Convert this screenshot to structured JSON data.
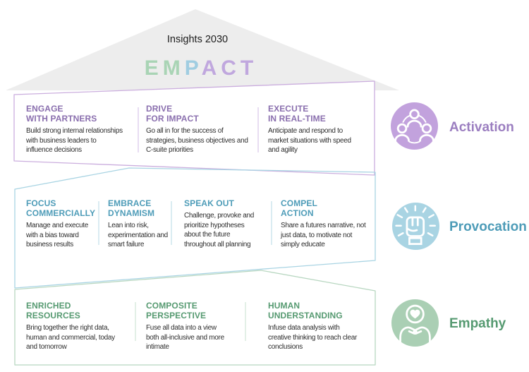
{
  "roof": {
    "title": "Insights 2030",
    "fill_color": "#ededed",
    "brand": {
      "letters": [
        {
          "ch": "E",
          "color": "#a9d4b5"
        },
        {
          "ch": "M",
          "color": "#a9d4b5"
        },
        {
          "ch": "P",
          "color": "#a0cde1"
        },
        {
          "ch": "A",
          "color": "#c0a7de"
        },
        {
          "ch": "C",
          "color": "#c0a7de"
        },
        {
          "ch": "T",
          "color": "#c0a7de"
        }
      ]
    }
  },
  "rows": [
    {
      "label": "Activation",
      "icon": "people-network-icon",
      "accent": "#8a6fae",
      "label_color": "#9b7ec0",
      "border_color": "#cbaede",
      "divider_color": "#d9c6ea",
      "circle_color": "#c2a2dd",
      "columns": [
        {
          "heading": "ENGAGE\nWITH PARTNERS",
          "body": "Build strong internal relationships\nwith business leaders to\ninfluence decisions"
        },
        {
          "heading": "DRIVE\nFOR IMPACT",
          "body": "Go all in for the success of\nstrategies, business objectives and\nC-suite priorities"
        },
        {
          "heading": "EXECUTE\nIN REAL-TIME",
          "body": "Anticipate and respond to\nmarket situations with speed\nand agility"
        }
      ]
    },
    {
      "label": "Provocation",
      "icon": "raised-fist-icon",
      "accent": "#4e9cb8",
      "label_color": "#4e9cb8",
      "border_color": "#a9d4e3",
      "divider_color": "#c2e0ea",
      "circle_color": "#a9d4e3",
      "columns": [
        {
          "heading": "FOCUS\nCOMMERCIALLY",
          "body": "Manage and execute\nwith a bias toward\nbusiness results"
        },
        {
          "heading": "EMBRACE\nDYNAMISM",
          "body": "Lean into risk,\nexperimentation and\nsmart failure"
        },
        {
          "heading": "SPEAK OUT",
          "body": "Challenge, provoke and\nprioritize hypotheses\nabout the future\nthroughout all planning"
        },
        {
          "heading": "COMPEL\nACTION",
          "body": "Share a futures narrative, not\njust data, to motivate not\nsimply educate"
        }
      ]
    },
    {
      "label": "Empathy",
      "icon": "hands-heart-icon",
      "accent": "#569a71",
      "label_color": "#569a71",
      "border_color": "#b8d7c1",
      "divider_color": "#d0e5d7",
      "circle_color": "#aacfb4",
      "columns": [
        {
          "heading": "ENRICHED\nRESOURCES",
          "body": "Bring together the right data,\nhuman and commercial, today\nand tomorrow"
        },
        {
          "heading": "COMPOSITE\nPERSPECTIVE",
          "body": "Fuse all data into a view\nboth all-inclusive and more\nintimate"
        },
        {
          "heading": "HUMAN\nUNDERSTANDING",
          "body": "Infuse data analysis with\ncreative thinking to reach clear\nconclusions"
        }
      ]
    }
  ]
}
